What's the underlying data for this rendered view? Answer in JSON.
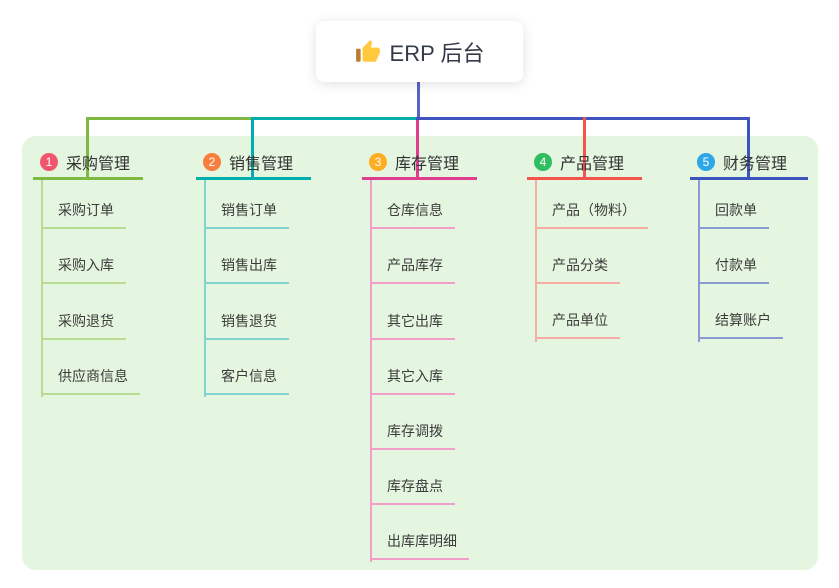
{
  "root": {
    "label": "ERP 后台",
    "icon": "thumbs-up-icon"
  },
  "panel_background": "#E4F5E0",
  "connectors": {
    "root_drop": "#5763C7",
    "bus_green": "#7FB843",
    "bus_teal": "#00AFAD",
    "bus_blue": "#4053BE",
    "drop_green": "#7FB843",
    "drop_teal": "#00AFAD",
    "drop_magenta": "#DF3E8E",
    "drop_red": "#F3554C",
    "drop_blue": "#3C55BE"
  },
  "branches": [
    {
      "badge": "1",
      "title": "采购管理",
      "colors": {
        "main": "#7FB843",
        "light": "#B7DB90",
        "badge": "#F2566C"
      },
      "children": [
        "采购订单",
        "采购入库",
        "采购退货",
        "供应商信息"
      ]
    },
    {
      "badge": "2",
      "title": "销售管理",
      "colors": {
        "main": "#00AFAD",
        "light": "#7FD4CE",
        "badge": "#F87E3D"
      },
      "children": [
        "销售订单",
        "销售出库",
        "销售退货",
        "客户信息"
      ]
    },
    {
      "badge": "3",
      "title": "库存管理",
      "colors": {
        "main": "#DF3E8E",
        "light": "#F0A0C8",
        "badge": "#FFAD21"
      },
      "children": [
        "仓库信息",
        "产品库存",
        "其它出库",
        "其它入库",
        "库存调拨",
        "库存盘点",
        "出库库明细"
      ]
    },
    {
      "badge": "4",
      "title": "产品管理",
      "colors": {
        "main": "#F3554C",
        "light": "#F6ACA5",
        "badge": "#2EBE60"
      },
      "children": [
        "产品（物料）",
        "产品分类",
        "产品单位"
      ]
    },
    {
      "badge": "5",
      "title": "财务管理",
      "colors": {
        "main": "#3C55BE",
        "light": "#8C9AD3",
        "badge": "#2EA7E9"
      },
      "children": [
        "回款单",
        "付款单",
        "结算账户"
      ]
    }
  ]
}
